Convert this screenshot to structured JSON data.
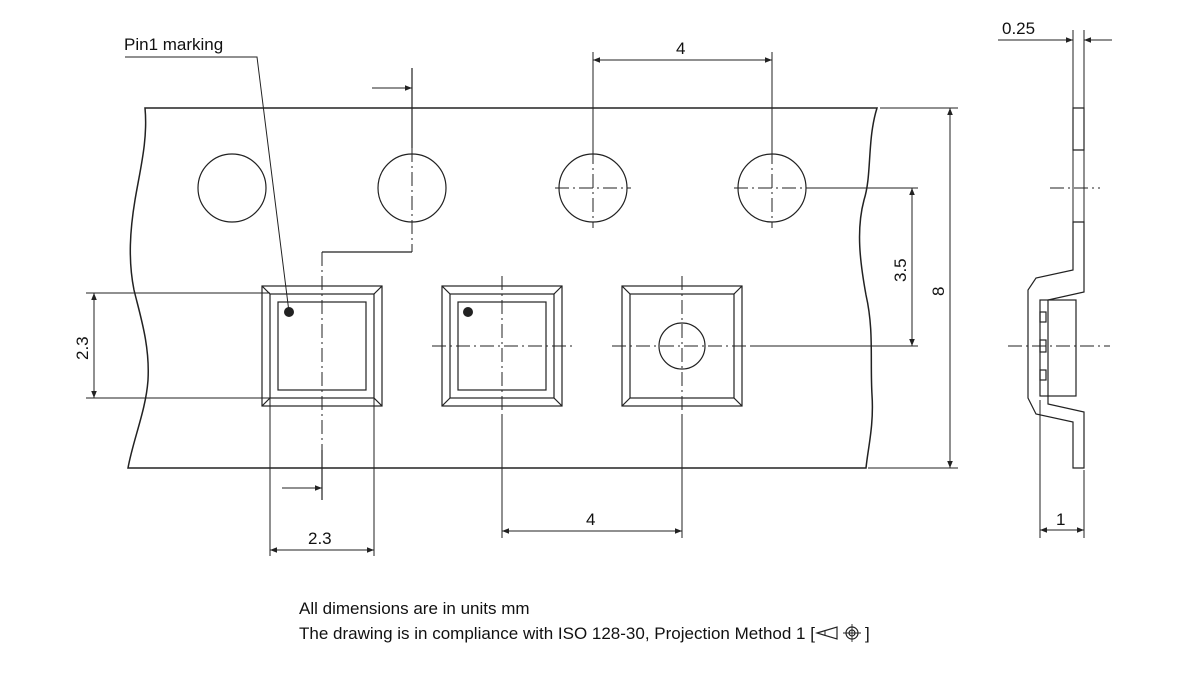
{
  "labels": {
    "pin1_marking": "Pin1 marking",
    "pitch_top": "4",
    "pitch_bottom": "4",
    "row_offset": "3.5",
    "tape_width": "8",
    "pocket_height": "2.3",
    "pocket_width": "2.3",
    "tape_thickness": "0.25",
    "pocket_depth": "1"
  },
  "notes": {
    "units": "All dimensions are in units mm",
    "compliance": "The drawing is in compliance with ISO 128-30, Projection Method 1 [",
    "compliance_end": "]"
  },
  "icons": {
    "projection_symbol": "first-angle-projection-icon"
  }
}
